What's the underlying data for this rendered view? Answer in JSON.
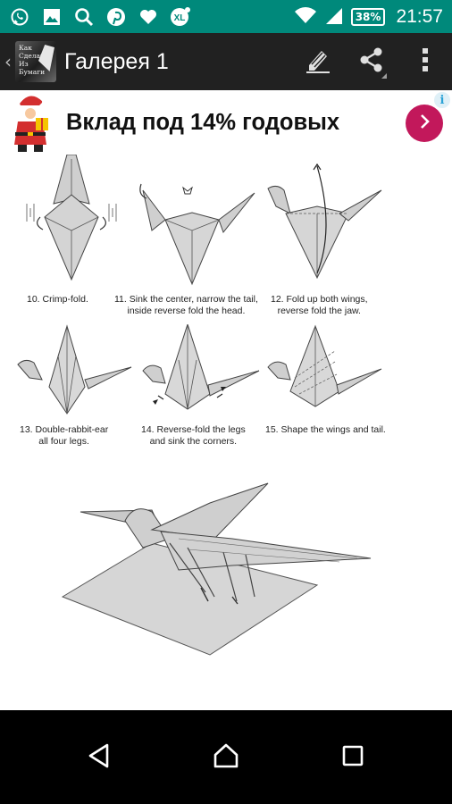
{
  "status_bar": {
    "notification_icons": [
      "whatsapp-icon",
      "gallery-icon",
      "search-icon",
      "pinterest-icon",
      "heart-icon",
      "xl-icon"
    ],
    "xl_label": "XL",
    "battery": "38%",
    "time": "21:57"
  },
  "app_bar": {
    "app_icon_text": [
      "Как",
      "Сделать",
      "Из Бумаги"
    ],
    "title": "Галерея 1",
    "actions": [
      "edit-icon",
      "share-icon",
      "overflow-icon"
    ]
  },
  "ad": {
    "text": "Вклад под 14% годовых",
    "accent": "#c2185b"
  },
  "gallery": {
    "steps": [
      {
        "caption_lines": [
          "10. Crimp-fold."
        ]
      },
      {
        "caption_lines": [
          "11. Sink the center, narrow the tail,",
          "inside reverse fold the head."
        ]
      },
      {
        "caption_lines": [
          "12. Fold up both wings,",
          "reverse fold the jaw."
        ]
      },
      {
        "caption_lines": [
          "13. Double-rabbit-ear",
          "all four legs."
        ]
      },
      {
        "caption_lines": [
          "14. Reverse-fold the legs",
          "and sink the corners."
        ]
      },
      {
        "caption_lines": [
          "15. Shape the wings and tail."
        ]
      }
    ]
  },
  "colors": {
    "status_bar": "#00897b",
    "app_bar": "#212121",
    "paper": "#cfcfcf"
  }
}
